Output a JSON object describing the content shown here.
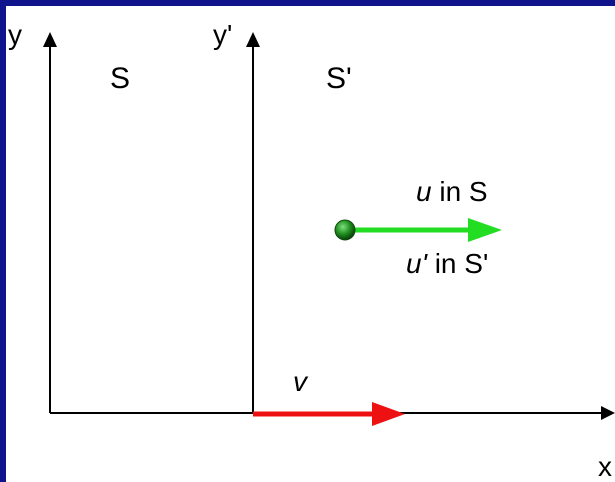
{
  "colors": {
    "frame": "#10148c",
    "background": "#ffffff",
    "axes": "#000000",
    "velocity_u": "#22dd22",
    "velocity_v": "#ee1111",
    "particle": "#1a8a1a"
  },
  "frame_s": {
    "name": "S",
    "y_axis_label": "y"
  },
  "frame_s_prime": {
    "name": "S'",
    "y_axis_label": "y'"
  },
  "x_axis_label": "x",
  "particle": {
    "velocity_in_s": {
      "symbol": "u",
      "suffix": " in S"
    },
    "velocity_in_s_prime": {
      "symbol": "u'",
      "suffix": " in S'"
    }
  },
  "frame_velocity": {
    "symbol": "v"
  }
}
